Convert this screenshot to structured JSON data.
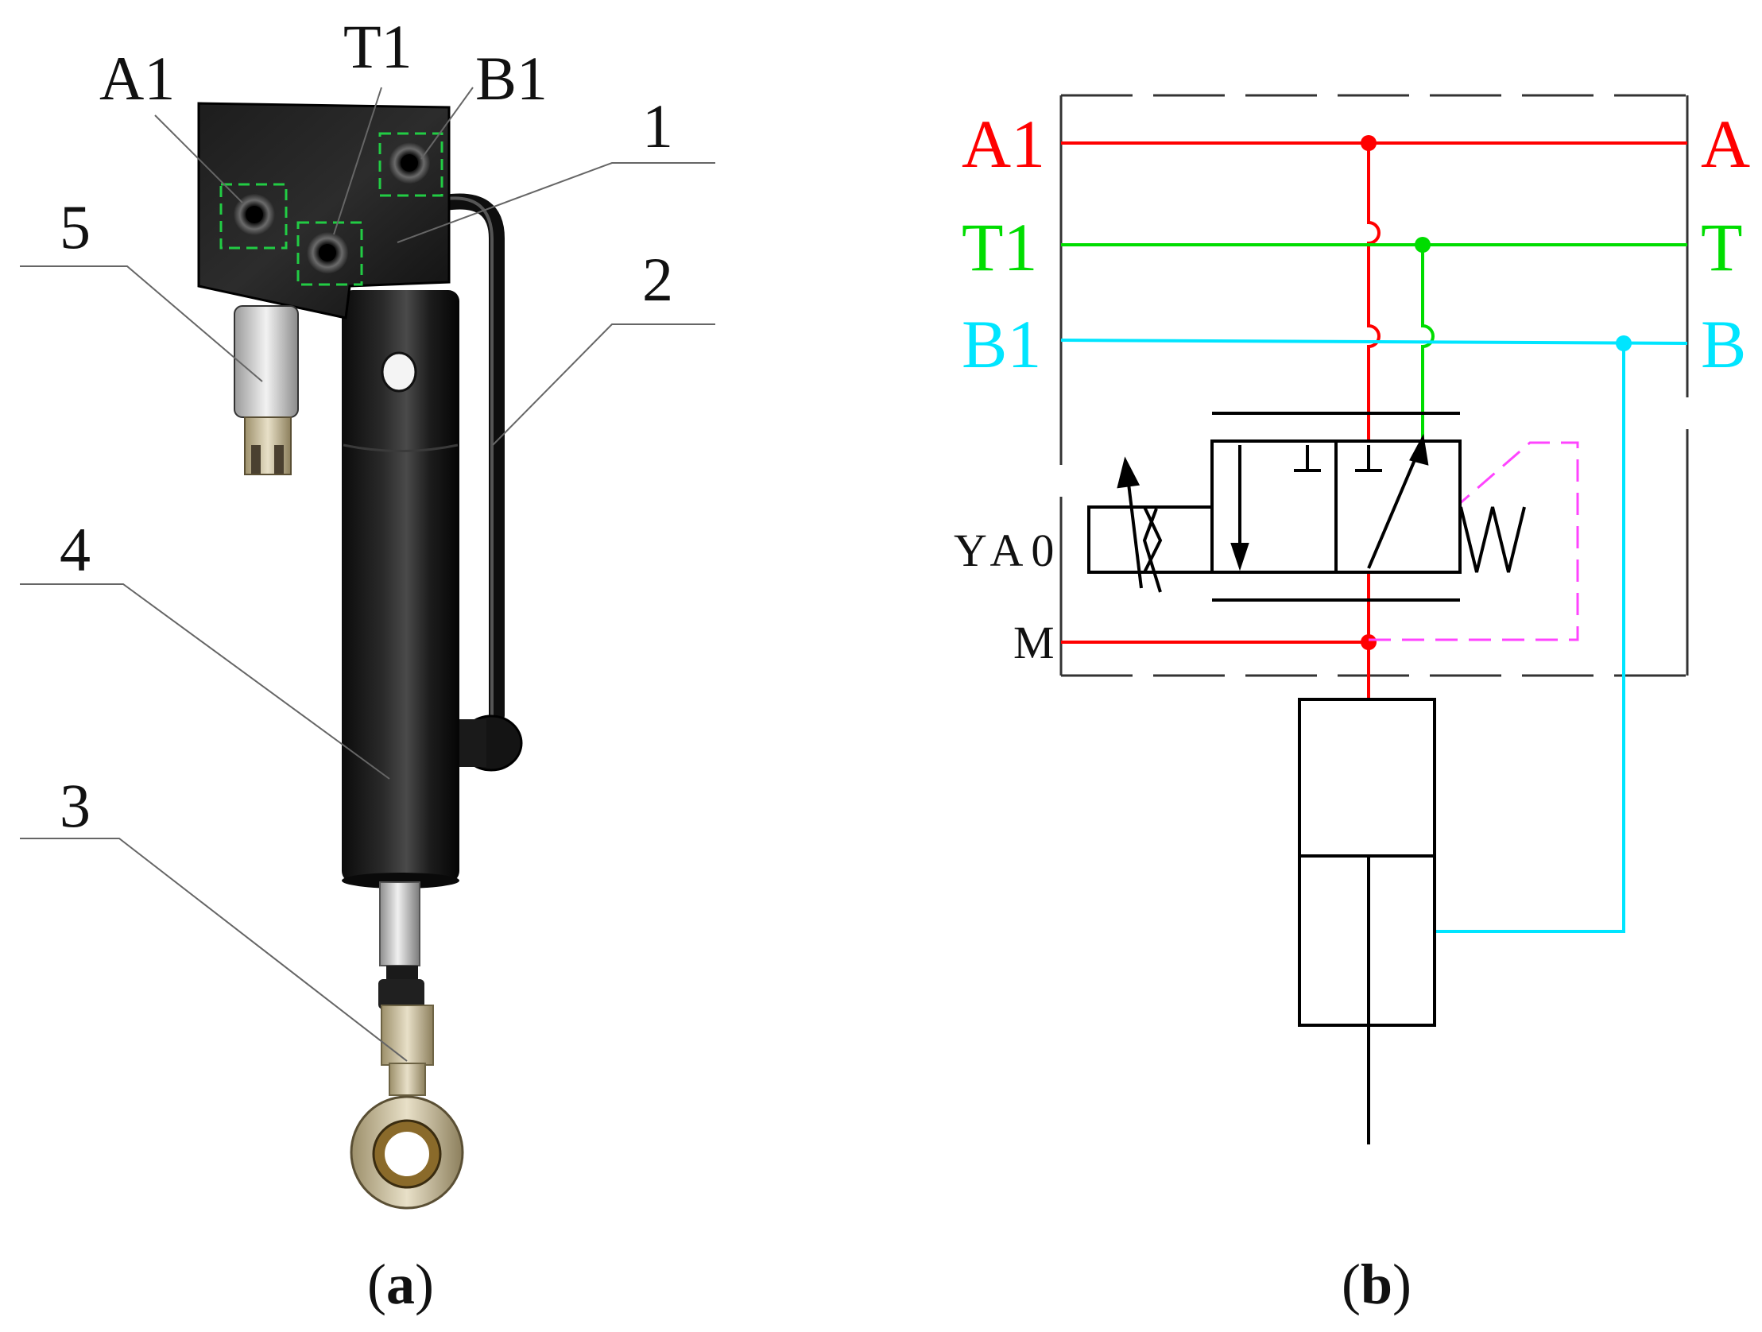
{
  "panel_a": {
    "caption_open": "(",
    "caption_letter": "a",
    "caption_close": ")",
    "port_labels": [
      "A1",
      "T1",
      "B1"
    ],
    "part_labels": [
      "1",
      "2",
      "3",
      "4",
      "5"
    ]
  },
  "panel_b": {
    "caption_open": "(",
    "caption_letter": "b",
    "caption_close": ")",
    "left_ports": [
      "A1",
      "T1",
      "B1"
    ],
    "right_ports": [
      "A",
      "T",
      "B"
    ],
    "solenoid_label": "YA0",
    "line_m_label": "M"
  },
  "colors": {
    "line_a": "#ff0000",
    "line_t": "#00dd00",
    "line_b": "#00e5ff",
    "pilot": "#ff44ff",
    "marker": "#22cc44",
    "black": "#000000"
  },
  "icons": {
    "valve_symbol": "directional-valve-icon",
    "cylinder_symbol": "hydraulic-cylinder-icon",
    "spring_symbol": "spring-icon",
    "solenoid_symbol": "proportional-solenoid-icon"
  }
}
